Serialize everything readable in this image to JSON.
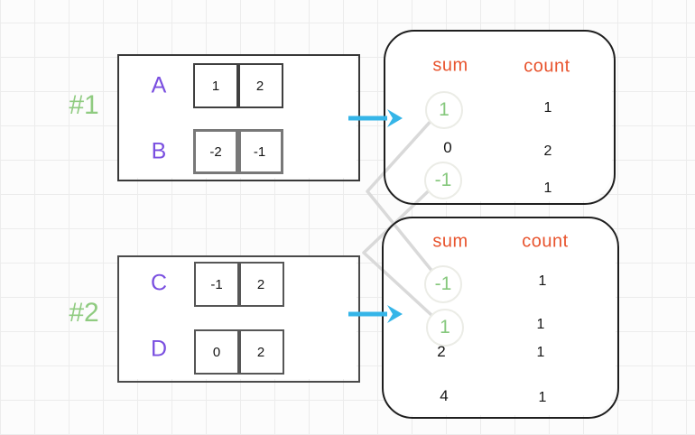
{
  "examples": [
    {
      "label": "#1",
      "arrays": [
        {
          "name": "A",
          "cells": [
            "1",
            "2"
          ]
        },
        {
          "name": "B",
          "cells": [
            "-2",
            "-1"
          ]
        }
      ],
      "table": {
        "sum_header": "sum",
        "count_header": "count",
        "rows": [
          {
            "sum": "1",
            "count": "1",
            "circled": true
          },
          {
            "sum": "0",
            "count": "2",
            "circled": false
          },
          {
            "sum": "-1",
            "count": "1",
            "circled": true
          }
        ]
      }
    },
    {
      "label": "#2",
      "arrays": [
        {
          "name": "C",
          "cells": [
            "-1",
            "2"
          ]
        },
        {
          "name": "D",
          "cells": [
            "0",
            "2"
          ]
        }
      ],
      "table": {
        "sum_header": "sum",
        "count_header": "count",
        "rows": [
          {
            "sum": "-1",
            "count": "1",
            "circled": true
          },
          {
            "sum": "1",
            "count": "1",
            "circled": true
          },
          {
            "sum": "2",
            "count": "1",
            "circled": false
          },
          {
            "sum": "4",
            "count": "1",
            "circled": false
          }
        ]
      }
    }
  ],
  "icons": {
    "arrow_right": "arrow-right-icon"
  },
  "colors": {
    "accent_purple": "#7a4fe0",
    "label_green": "#8fcb80",
    "circled_green": "#86c87d",
    "header_orange": "#e8542e",
    "arrow_cyan": "#35b5e8",
    "connector_gray": "#d9d9d9"
  }
}
